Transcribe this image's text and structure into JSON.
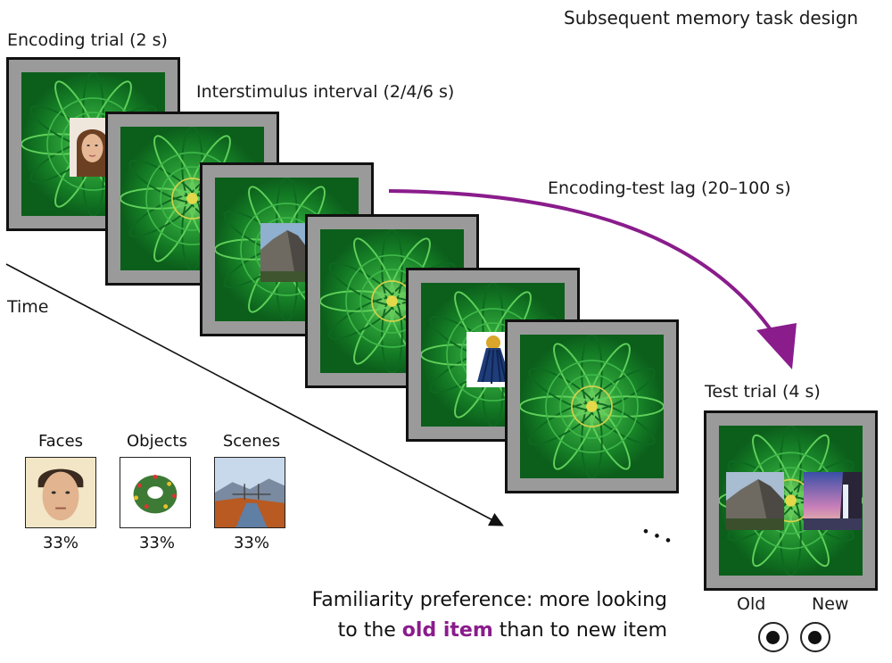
{
  "title": "Subsequent memory task design",
  "labels": {
    "encoding_trial": "Encoding trial (2 s)",
    "isi": "Interstimulus interval (2/4/6 s)",
    "lag": "Encoding-test lag (20–100 s)",
    "time": "Time",
    "test_trial": "Test trial (4 s)",
    "ellipsis": "•••"
  },
  "categories": [
    {
      "name": "Faces",
      "percent": "33%"
    },
    {
      "name": "Objects",
      "percent": "33%"
    },
    {
      "name": "Scenes",
      "percent": "33%"
    }
  ],
  "test": {
    "old_label": "Old",
    "new_label": "New"
  },
  "caption": {
    "line1": "Familiarity preference: more looking",
    "line2_pre": "to the ",
    "line2_highlight": "old item",
    "line2_post": " than to new item"
  },
  "colors": {
    "accent": "#8a1c8c",
    "frame_gray": "#9a9a9a",
    "kaleidoscope_green": "#1f8a2e"
  }
}
